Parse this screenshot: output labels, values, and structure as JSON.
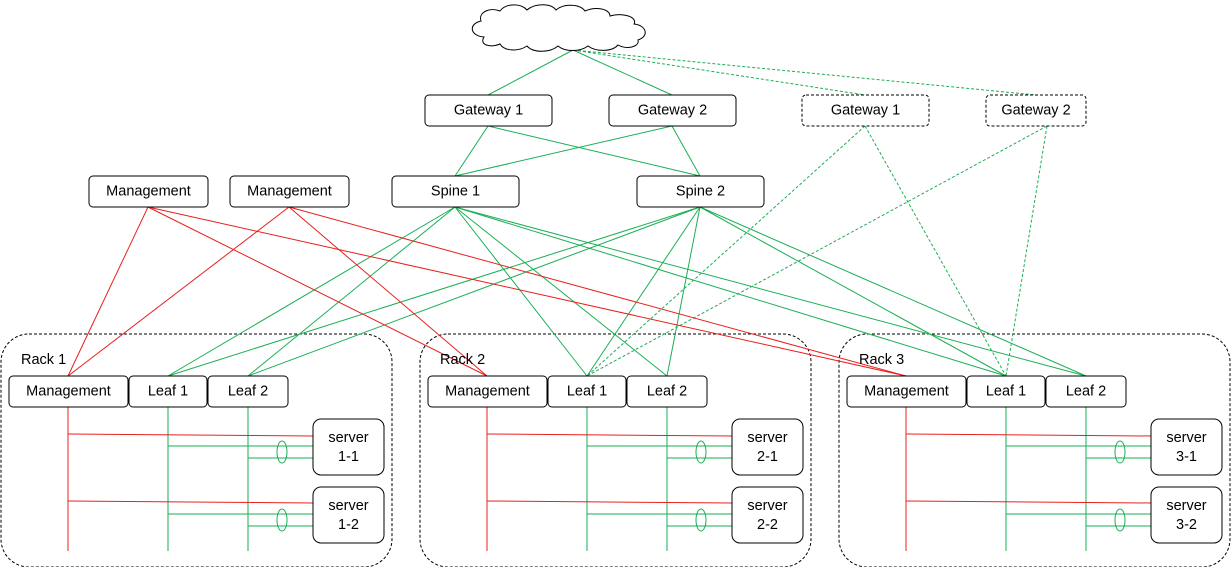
{
  "gateways": [
    "Gateway 1",
    "Gateway 2"
  ],
  "remote_gateways": [
    "Gateway 1",
    "Gateway 2"
  ],
  "spines": [
    "Spine 1",
    "Spine 2"
  ],
  "managements": [
    "Management",
    "Management"
  ],
  "racks": [
    {
      "label": "Rack 1",
      "management": "Management",
      "leaves": [
        "Leaf 1",
        "Leaf 2"
      ],
      "servers": [
        {
          "line1": "server",
          "line2": "1-1"
        },
        {
          "line1": "server",
          "line2": "1-2"
        }
      ]
    },
    {
      "label": "Rack 2",
      "management": "Management",
      "leaves": [
        "Leaf 1",
        "Leaf 2"
      ],
      "servers": [
        {
          "line1": "server",
          "line2": "2-1"
        },
        {
          "line1": "server",
          "line2": "2-2"
        }
      ]
    },
    {
      "label": "Rack 3",
      "management": "Management",
      "leaves": [
        "Leaf 1",
        "Leaf 2"
      ],
      "servers": [
        {
          "line1": "server",
          "line2": "3-1"
        },
        {
          "line1": "server",
          "line2": "3-2"
        }
      ]
    }
  ],
  "colors": {
    "data_link": "#1aaf54",
    "management_link": "#e8201d",
    "outline": "#000000"
  },
  "icons": {
    "internet": "cloud-icon",
    "bond": "link-aggregation-ellipse"
  }
}
